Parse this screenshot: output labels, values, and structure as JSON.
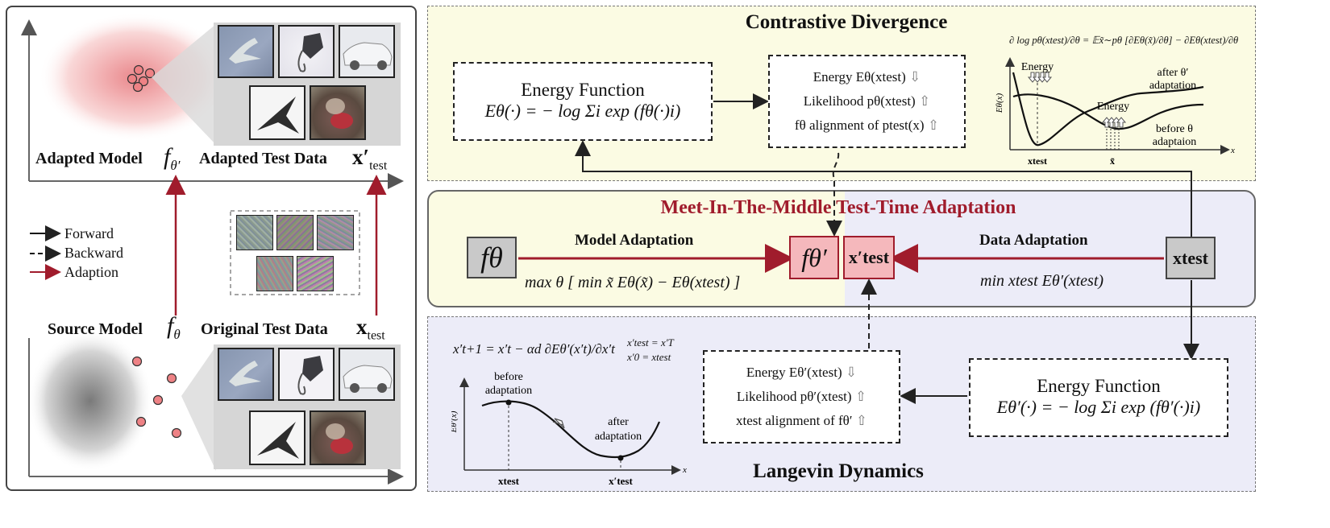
{
  "left_panel": {
    "adapted_model_label": "Adapted Model",
    "adapted_model_symbol": "f θ′",
    "adapted_data_label": "Adapted Test Data",
    "adapted_data_symbol": "x′test",
    "source_model_label": "Source Model",
    "source_model_symbol": "f θ",
    "original_data_label": "Original Test Data",
    "original_data_symbol": "xtest",
    "legend": {
      "forward": "Forward",
      "backward": "Backward",
      "adaption": "Adaption"
    },
    "thumbnail_subjects": [
      "bird",
      "frog",
      "car",
      "airplane",
      "deer"
    ]
  },
  "contrastive": {
    "title": "Contrastive Divergence",
    "energy_box_title": "Energy Function",
    "energy_box_formula": "Eθ(·) = − log Σi exp (fθ(·)i)",
    "stats": [
      "Energy Eθ(xtest)",
      "Likelihood pθ(xtest)",
      "fθ alignment of  ptest(x)"
    ],
    "gradient_formula": "∂ log pθ(xtest)/∂θ = 𝔼x̃∼pθ [∂Eθ(x̃)/∂θ] − ∂Eθ(xtest)/∂θ",
    "plot": {
      "ylabel": "Eθ(x)",
      "xlabel": "x",
      "energy_label_left": "Energy",
      "energy_label_right": "Energy",
      "after_label_1": "after θ′",
      "after_label_2": "adaptation",
      "before_label_1": "before θ",
      "before_label_2": "adaptaion",
      "tick_xtest": "xtest",
      "tick_xtilde": "x̃"
    }
  },
  "mitm": {
    "title": "Meet-In-The-Middle Test-Time Adaptation",
    "model_adaptation": "Model Adaptation",
    "data_adaptation": "Data Adaptation",
    "model_objective": "max θ [ min x̃ Eθ(x̃) − Eθ(xtest) ]",
    "data_objective": "min xtest Eθ′(xtest)",
    "f_theta": "fθ",
    "f_theta_prime": "fθ′",
    "x_test_prime": "x′test",
    "x_test": "xtest"
  },
  "langevin": {
    "title": "Langevin Dynamics",
    "update_rule": "x′t+1 = x′t − αd ∂Eθ′(x′t)/∂x′t",
    "init_1": "x′test = x′T",
    "init_2": "x′0 = xtest",
    "stats": [
      "Energy Eθ′(xtest)",
      "Likelihood pθ′(xtest)",
      "xtest alignment of fθ′"
    ],
    "energy_box_title": "Energy Function",
    "energy_box_formula": "Eθ′(·) = − log Σi exp (fθ′(·)i)",
    "plot": {
      "ylabel": "Eθ′(x)",
      "xlabel": "x",
      "before_1": "before",
      "before_2": "adaptation",
      "after_1": "after",
      "after_2": "adaptation",
      "tick_xtest": "xtest",
      "tick_xtest_prime": "x′test"
    }
  },
  "colors": {
    "adaption_red": "#a01c2c",
    "yellow_bg": "#fbfbe3",
    "lavender_bg": "#ececf8",
    "pink_box": "#f5b8bc",
    "gray_box": "#c9c9c9"
  }
}
